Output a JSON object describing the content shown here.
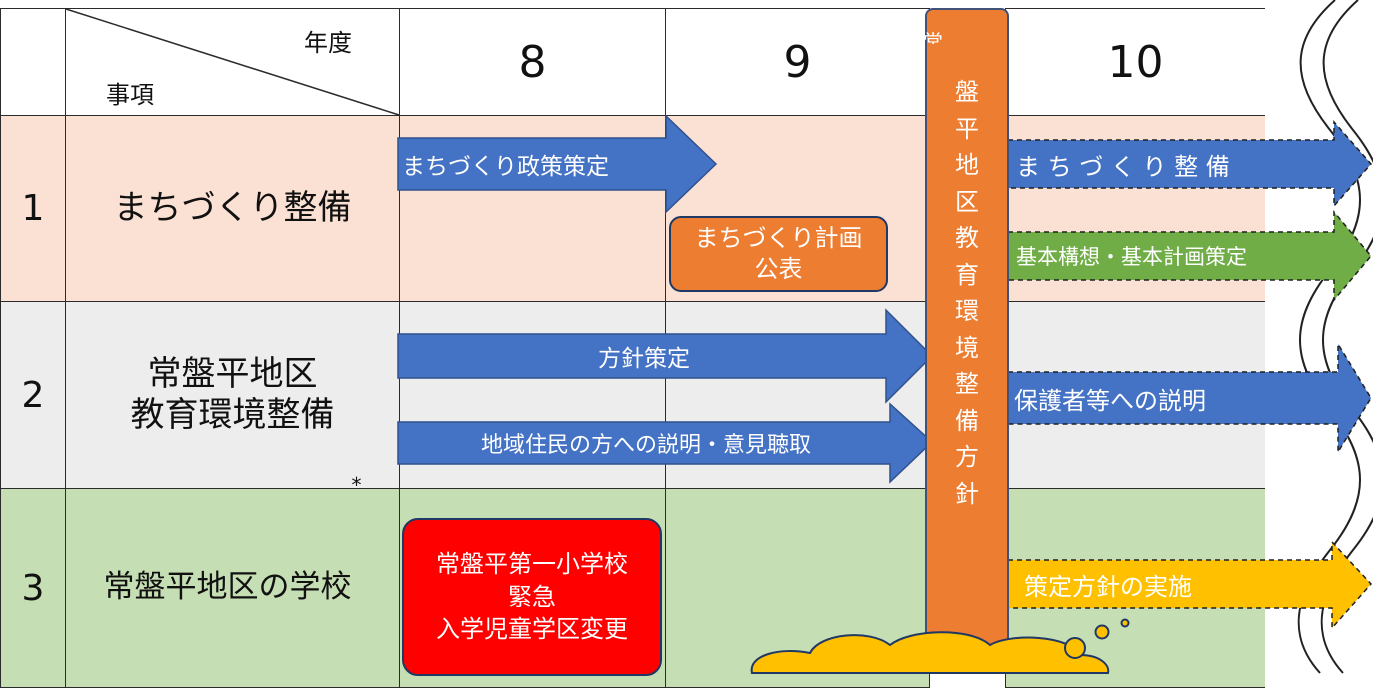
{
  "header": {
    "corner_top": "年度",
    "corner_bottom": "事項",
    "years": [
      "8",
      "9",
      "10"
    ]
  },
  "rows": [
    {
      "num": "1",
      "label": "まちづくり整備"
    },
    {
      "num": "2",
      "label": "常盤平地区\n教育環境整備"
    },
    {
      "num": "3",
      "label": "常盤平地区の学校",
      "mark": "*"
    }
  ],
  "arrows": {
    "policy": "まちづくり政策策定",
    "maintenance": "ま ち づ く り 整 備",
    "concept": "基本構想・基本計画策定",
    "hoshin": "方針策定",
    "residents": "地域住民の方への説明・意見聴取",
    "guardians": "保護者等への説明",
    "implement": "策定方針の実施"
  },
  "boxes": {
    "plan_publish": "まちづくり計画\n公表",
    "school_change": "常盤平第一小学校\n緊急\n入学児童学区変更"
  },
  "pillar": {
    "top_char": "常",
    "chars": [
      "盤",
      "平",
      "地",
      "区",
      "教",
      "育",
      "環",
      "境",
      "整",
      "備",
      "方",
      "針"
    ]
  },
  "colors": {
    "row1": "#fbe1d4",
    "row2": "#ededed",
    "row3": "#c6deb4",
    "blue": "#4472c4",
    "orange": "#ed7d31",
    "green": "#70ad47",
    "yellow": "#ffc000",
    "red": "#ff0000"
  }
}
